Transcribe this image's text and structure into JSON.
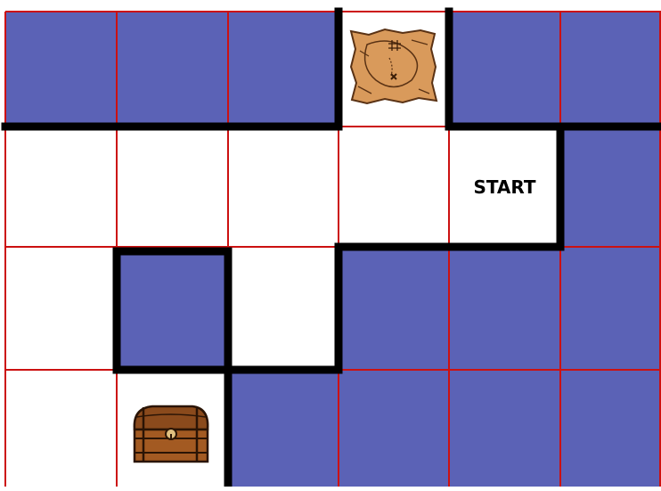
{
  "colors": {
    "water": "#5b62b6",
    "land": "#ffffff",
    "grid_line": "#cc1111",
    "wall": "#000000"
  },
  "grid": {
    "rows": 4,
    "cols": 6,
    "cells": [
      [
        "water",
        "water",
        "water",
        "land",
        "water",
        "water"
      ],
      [
        "land",
        "land",
        "land",
        "land",
        "land",
        "water"
      ],
      [
        "land",
        "water",
        "land",
        "water",
        "water",
        "water"
      ],
      [
        "land",
        "land",
        "water",
        "water",
        "water",
        "water"
      ]
    ]
  },
  "items": [
    {
      "type": "treasure-map",
      "icon": "treasure-map-icon",
      "row": 0,
      "col": 3
    },
    {
      "type": "start",
      "label": "START",
      "row": 1,
      "col": 4
    },
    {
      "type": "treasure-chest",
      "icon": "treasure-chest-icon",
      "row": 3,
      "col": 1
    }
  ]
}
